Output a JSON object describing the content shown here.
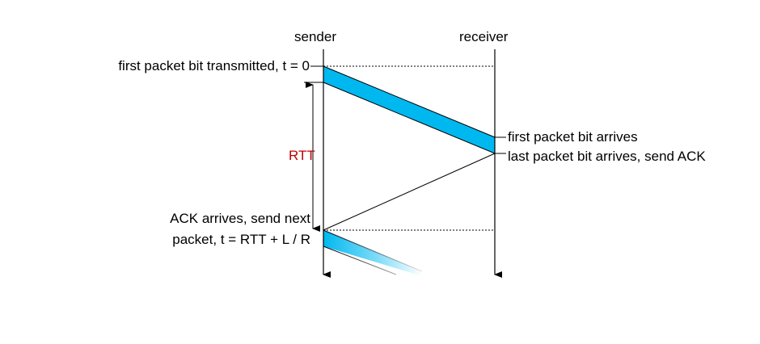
{
  "labels": {
    "sender": "sender",
    "receiver": "receiver",
    "first_bit_transmitted": "first packet bit transmitted, t = 0",
    "rtt": "RTT",
    "first_bit_arrives": "first packet bit arrives",
    "last_bit_arrives": "last packet bit arrives, send ACK",
    "ack_arrives_line1": "ACK arrives, send next",
    "ack_arrives_line2_prefix": "packet, ",
    "ack_arrives_line2_formula": "t = RTT + L / R"
  },
  "colors": {
    "packet_fill": "#00b8f0",
    "highlight_text": "#c00000",
    "line": "#000000"
  }
}
